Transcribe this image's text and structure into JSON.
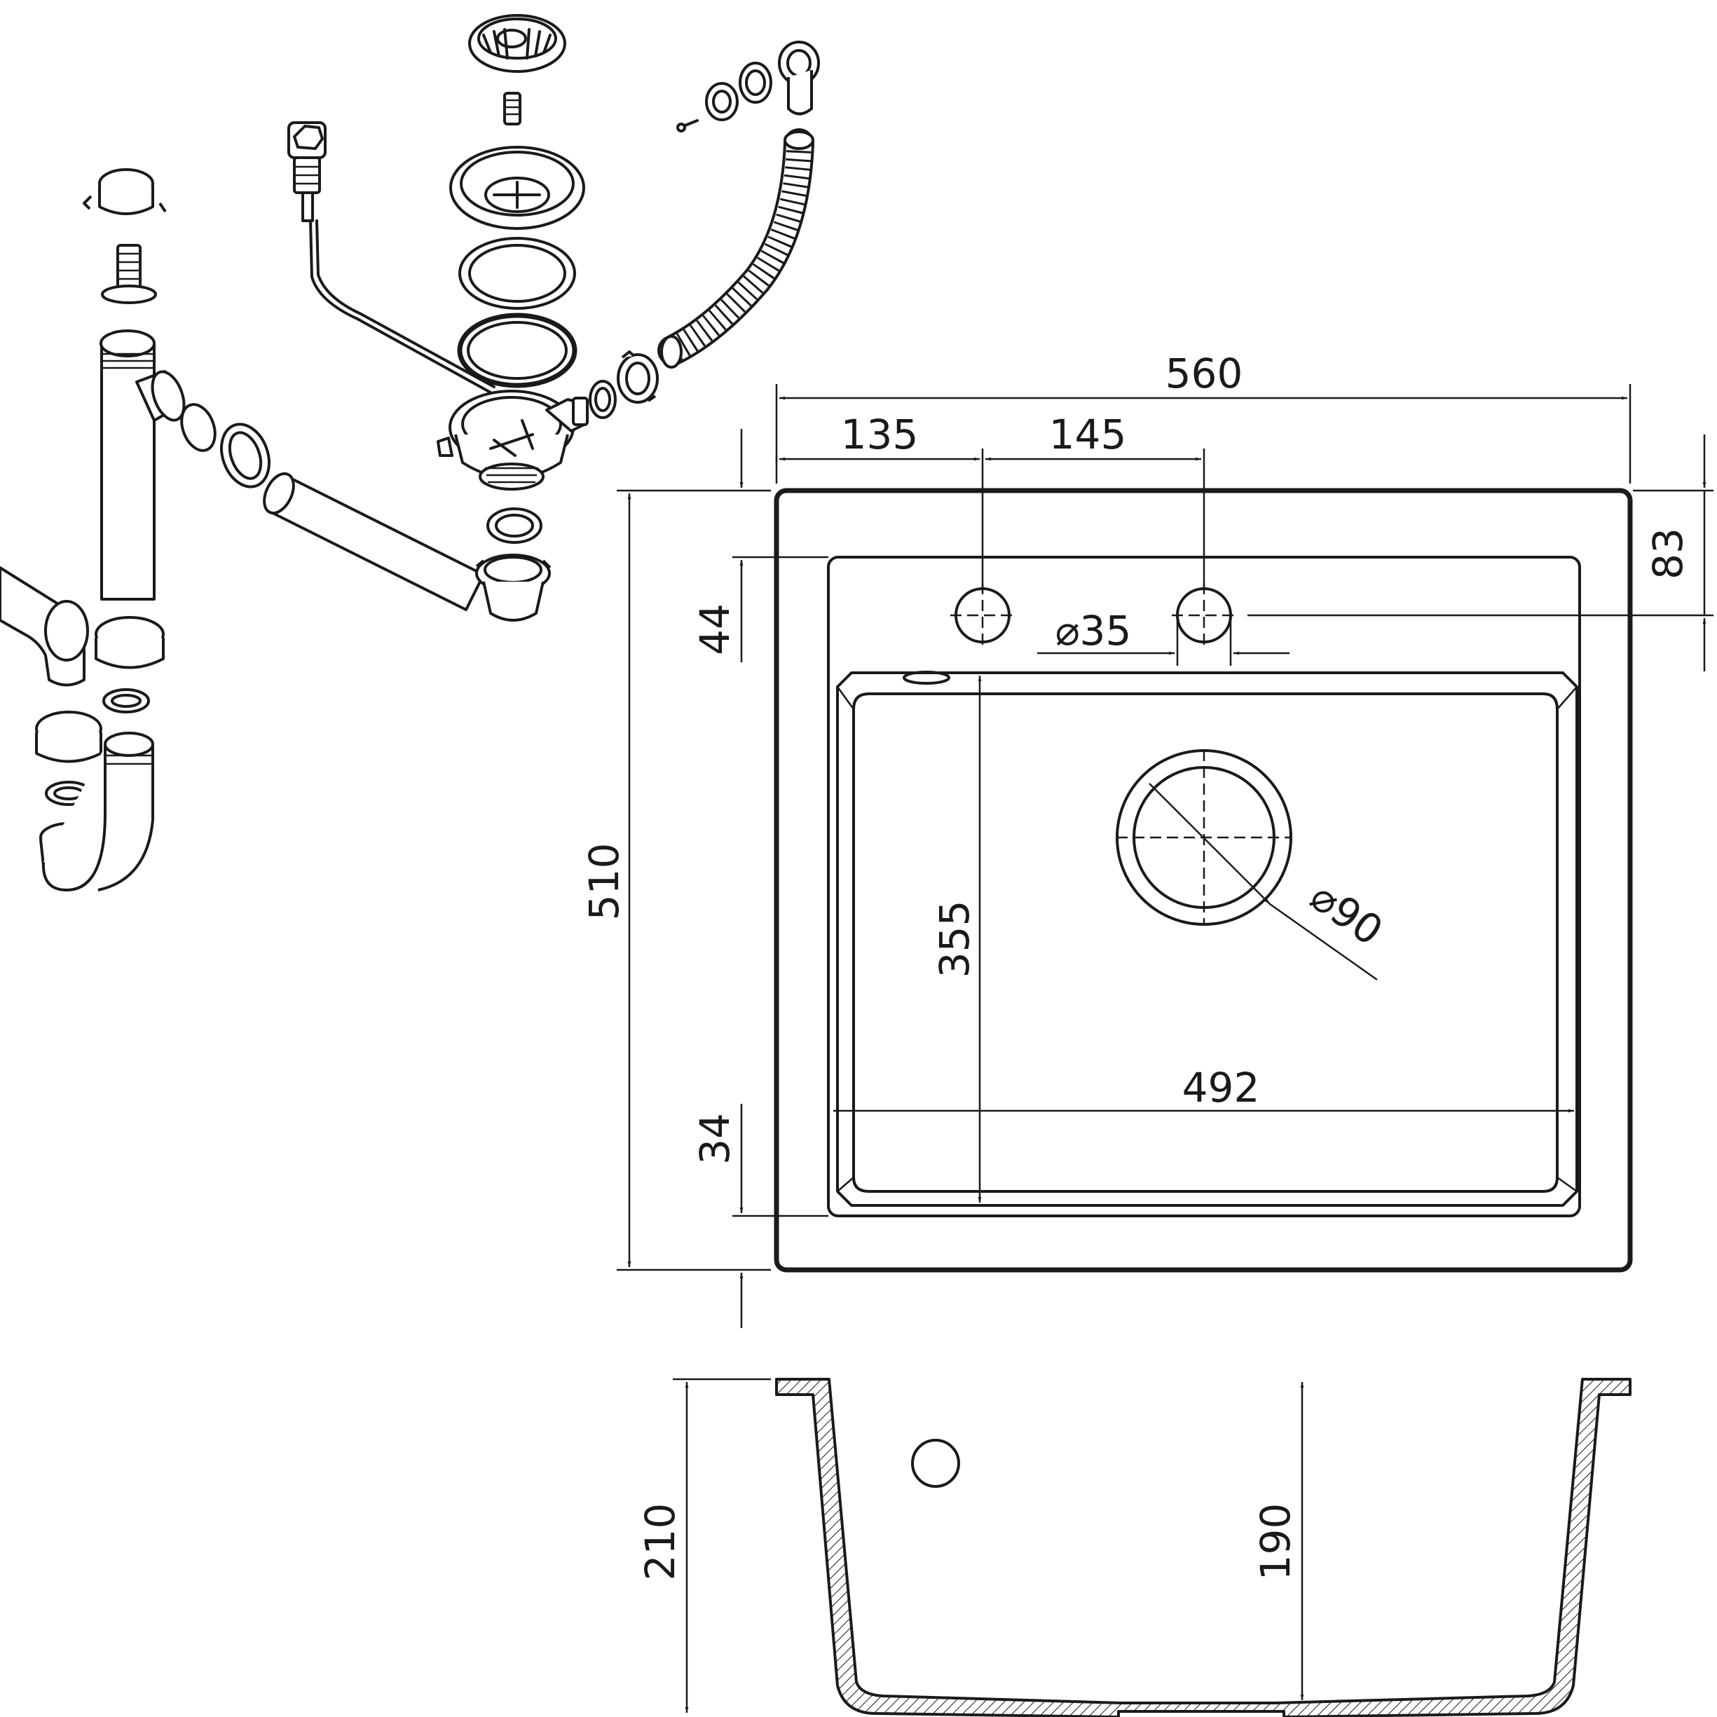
{
  "colors": {
    "line": "#1a1a1a",
    "background": "#ffffff",
    "hatch": "#1a1a1a"
  },
  "dimensions": {
    "overall_width": "560",
    "hole1_offset": "135",
    "hole_spacing": "145",
    "rim_depth": "83",
    "inner_offset": "44",
    "tap_hole_diameter": "⌀35",
    "overall_depth": "510",
    "bowl_length": "355",
    "waste_diameter": "⌀90",
    "bowl_width": "492",
    "front_offset": "34",
    "total_height": "210",
    "bowl_height": "190"
  }
}
